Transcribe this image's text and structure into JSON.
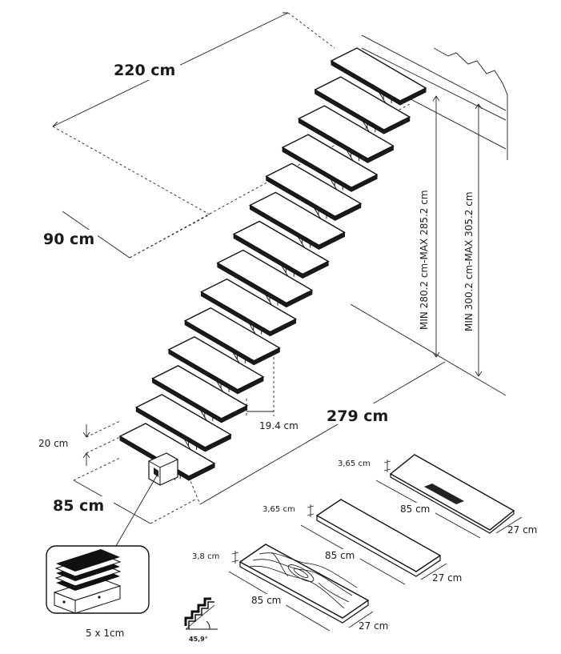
{
  "dimensions": {
    "length_total": "220 cm",
    "depth_total": "90 cm",
    "height_min_max_a": "MIN 280.2 cm-MAX 285.2 cm",
    "height_min_max_b": "MIN 300.2 cm-MAX 305.2 cm",
    "run_total": "279 cm",
    "rise_step": "19.4 cm",
    "first_rise": "20 cm",
    "tread_width": "85 cm",
    "spacer_kit": "5 x 1cm",
    "angle": "45,9°"
  },
  "tread_samples": [
    {
      "thickness": "3,65 cm",
      "length": "85 cm",
      "depth": "27 cm"
    },
    {
      "thickness": "3,65 cm",
      "length": "85 cm",
      "depth": "27 cm"
    },
    {
      "thickness": "3,8 cm",
      "length": "85 cm",
      "depth": "27 cm"
    }
  ],
  "icons": [
    "staircase-angle-icon",
    "spacer-stack-icon"
  ]
}
